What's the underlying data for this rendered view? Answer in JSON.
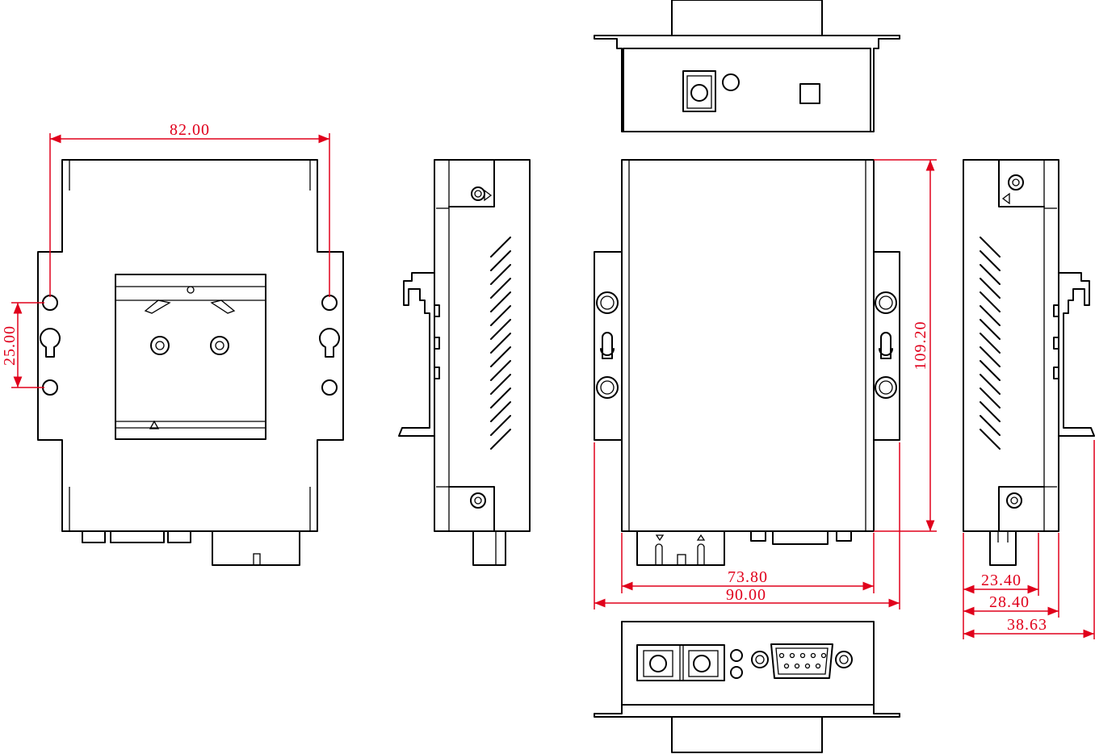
{
  "colors": {
    "outline": "#000000",
    "dimension": "#e0001b",
    "background": "#ffffff"
  },
  "views": {
    "back_view": {
      "width_label": "82.00",
      "hole_spacing_label": "25.00"
    },
    "front_view": {
      "height_label": "109.20",
      "inner_width_label": "73.80",
      "outer_width_label": "90.00"
    },
    "right_side_view": {
      "depth_labels": [
        "23.40",
        "28.40",
        "38.63"
      ]
    }
  },
  "icons": [
    "din-rail-clip-icon",
    "power-jack-icon",
    "led-icon",
    "fiber-sc-port-icon",
    "db9-connector-icon",
    "keyhole-slot-icon",
    "screw-icon",
    "vent-slots-icon"
  ]
}
